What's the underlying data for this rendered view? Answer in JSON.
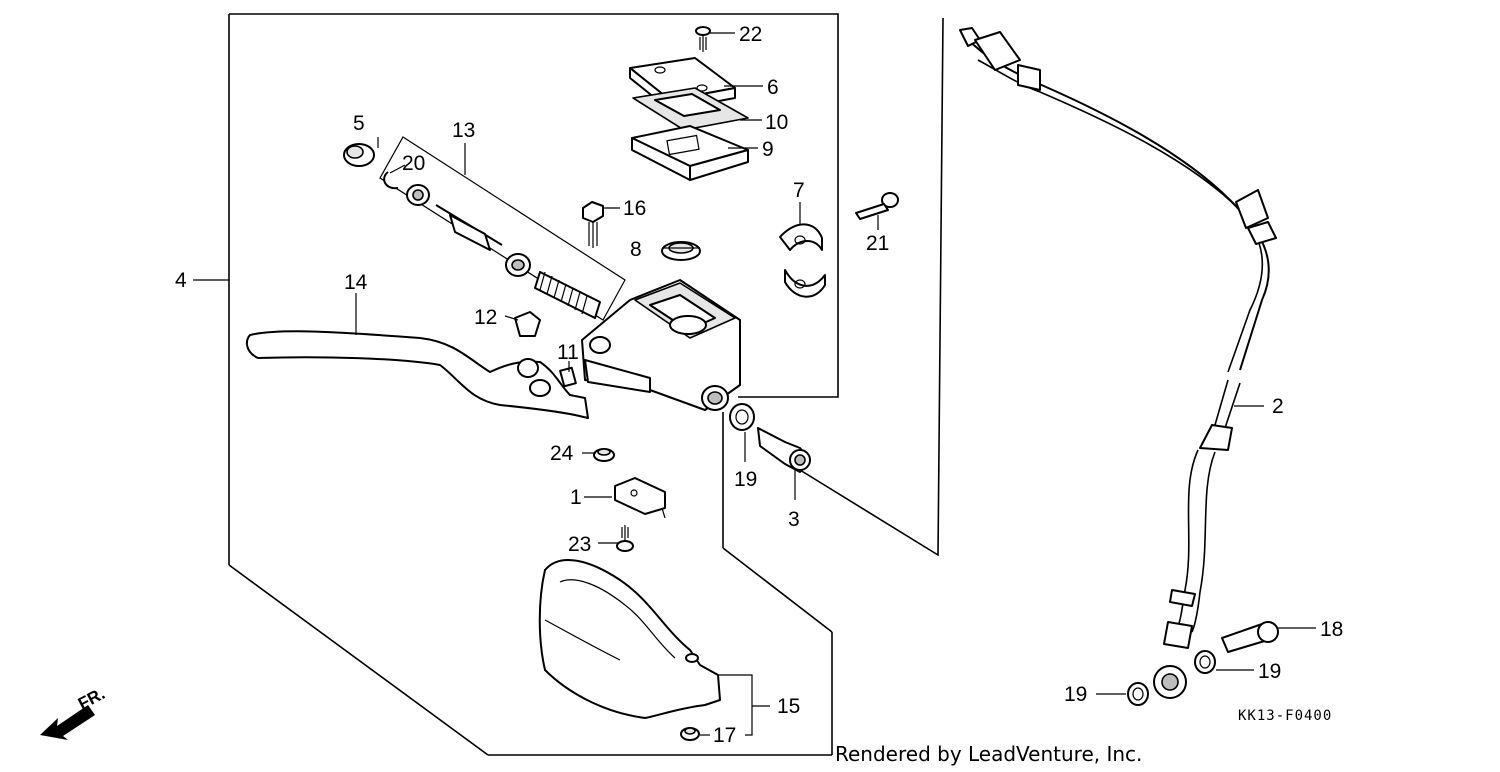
{
  "diagram": {
    "drawing_code": "KK13-F0400",
    "credit": "Rendered by LeadVenture, Inc.",
    "direction_label": "FR.",
    "callouts": [
      {
        "id": "c1",
        "label": "1"
      },
      {
        "id": "c2",
        "label": "2"
      },
      {
        "id": "c3",
        "label": "3"
      },
      {
        "id": "c4",
        "label": "4"
      },
      {
        "id": "c5",
        "label": "5"
      },
      {
        "id": "c6",
        "label": "6"
      },
      {
        "id": "c7",
        "label": "7"
      },
      {
        "id": "c8",
        "label": "8"
      },
      {
        "id": "c9",
        "label": "9"
      },
      {
        "id": "c10",
        "label": "10"
      },
      {
        "id": "c11",
        "label": "11"
      },
      {
        "id": "c12",
        "label": "12"
      },
      {
        "id": "c13",
        "label": "13"
      },
      {
        "id": "c14",
        "label": "14"
      },
      {
        "id": "c15",
        "label": "15"
      },
      {
        "id": "c16",
        "label": "16"
      },
      {
        "id": "c17",
        "label": "17"
      },
      {
        "id": "c18",
        "label": "18"
      },
      {
        "id": "c19a",
        "label": "19"
      },
      {
        "id": "c19b",
        "label": "19"
      },
      {
        "id": "c19c",
        "label": "19"
      },
      {
        "id": "c20",
        "label": "20"
      },
      {
        "id": "c21",
        "label": "21"
      },
      {
        "id": "c22",
        "label": "22"
      },
      {
        "id": "c23",
        "label": "23"
      },
      {
        "id": "c24",
        "label": "24"
      }
    ]
  }
}
